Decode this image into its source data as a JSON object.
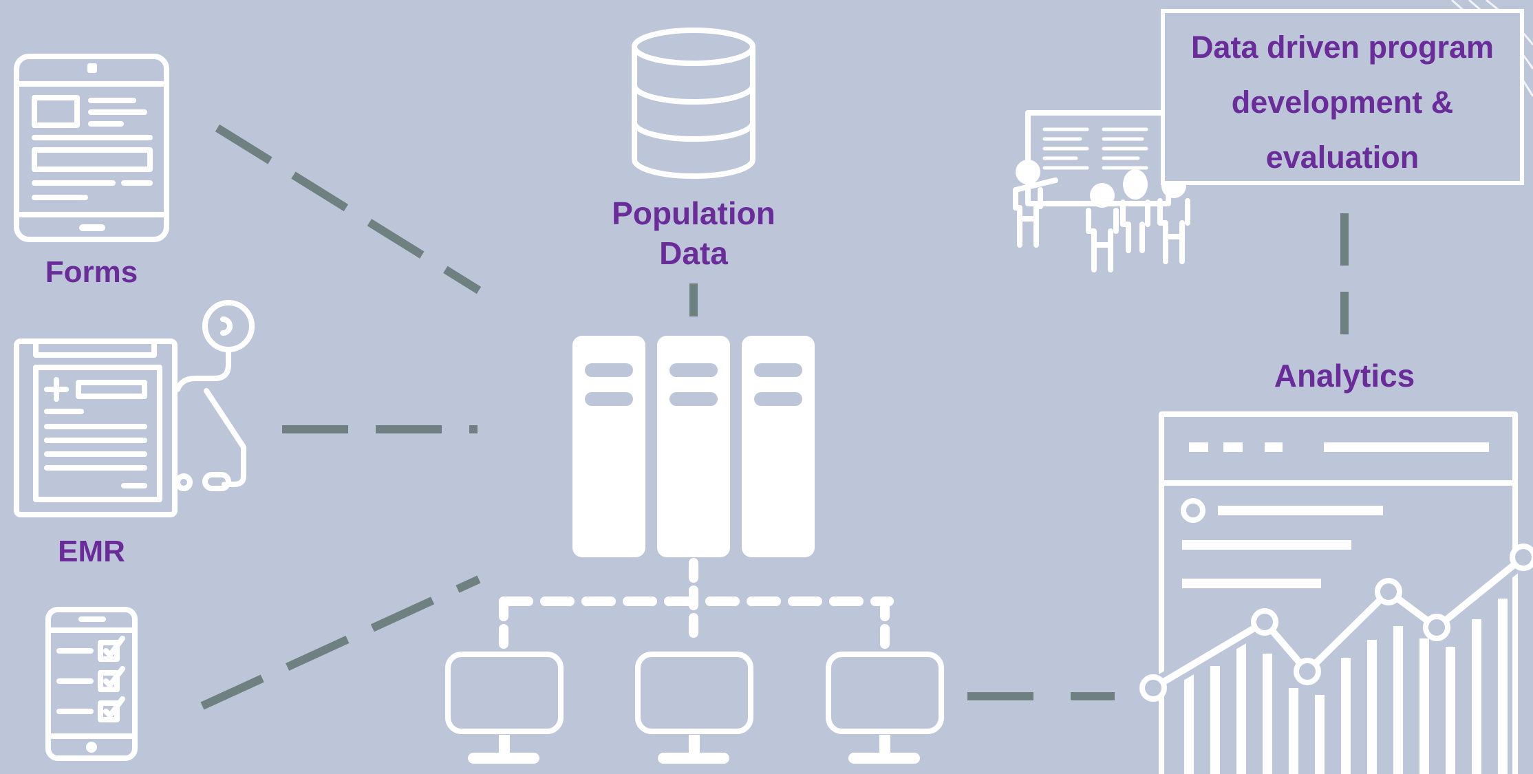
{
  "labels": {
    "forms": "Forms",
    "emr": "EMR",
    "population_line1": "Population",
    "population_line2": "Data",
    "analytics": "Analytics",
    "program_line1": "Data driven program",
    "program_line2": "development &",
    "program_line3": "evaluation"
  },
  "icons": {
    "forms": "tablet-form-icon",
    "emr": "clipboard-stethoscope-icon",
    "mobile": "mobile-checklist-icon",
    "database": "database-icon",
    "servers": "server-rack-icon",
    "computers": "monitor-icon",
    "meeting": "presentation-audience-icon",
    "analytics": "analytics-dashboard-icon"
  },
  "colors": {
    "background": "#bcc6d8",
    "label_purple": "#6a2c99",
    "connector_gray": "#6f8080",
    "icon_white": "#ffffff"
  }
}
